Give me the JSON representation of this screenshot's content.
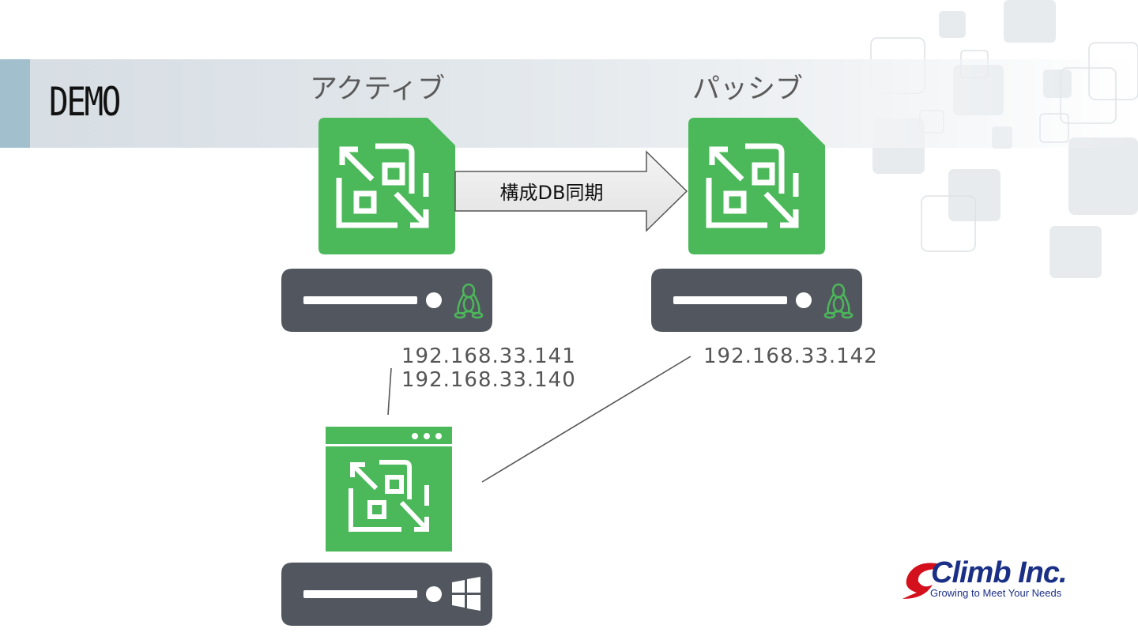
{
  "slide": {
    "title": "DEMO"
  },
  "nodes": {
    "active": {
      "role_label": "アクティブ",
      "ip_lines": [
        "192.168.33.141",
        "192.168.33.140"
      ],
      "os_icon": "linux-tux-icon"
    },
    "passive": {
      "role_label": "パッシブ",
      "ip_lines": [
        "192.168.33.142"
      ],
      "os_icon": "linux-tux-icon"
    },
    "client": {
      "os_icon": "windows-icon"
    }
  },
  "sync_arrow": {
    "label": "構成DB同期"
  },
  "logo": {
    "name": "Climb Inc.",
    "slogan": "Growing to Meet Your Needs"
  },
  "colors": {
    "app_green": "#4bb85a",
    "server_gray": "#52575f",
    "title_accent": "#a2bfcd",
    "logo_blue": "#1a2f86",
    "logo_red": "#d4101c"
  }
}
